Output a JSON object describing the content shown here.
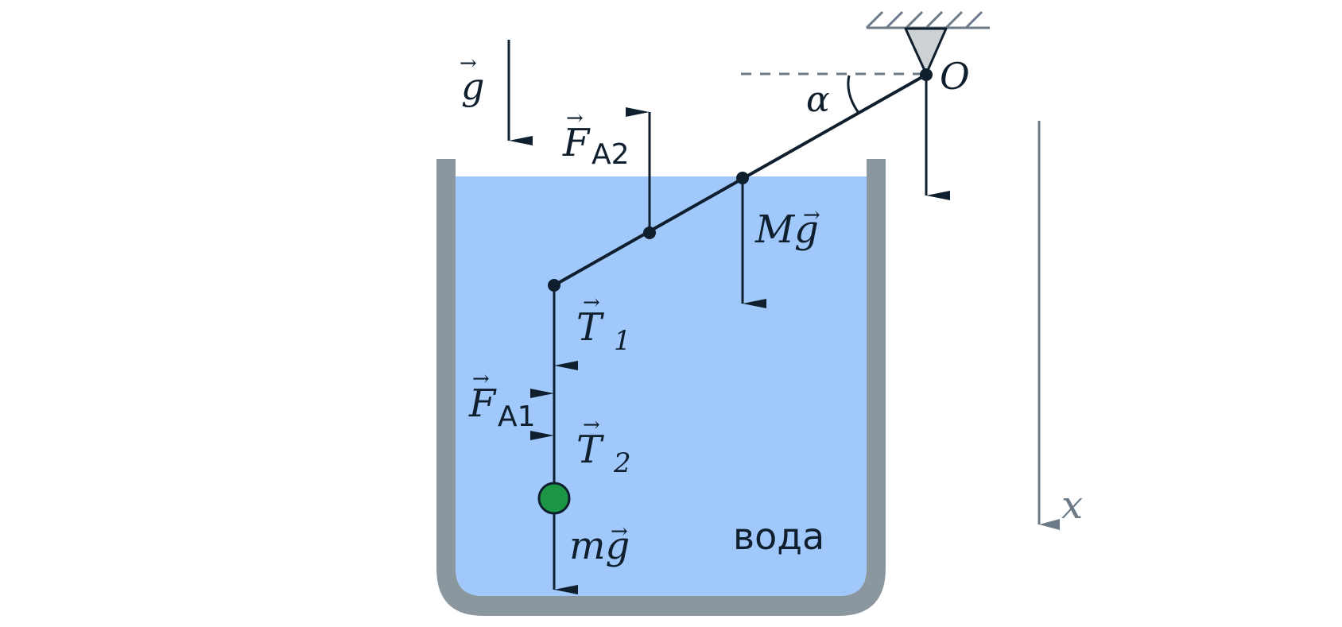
{
  "colors": {
    "ink": "#0f1f2e",
    "vessel": "#8a979f",
    "water": "#a0c8fb",
    "ball": "#1a9644",
    "pivot_fill": "#cdd2d4",
    "axis": "#6b7a86"
  },
  "labels": {
    "gravity_g": "g",
    "pivot_O": "O",
    "angle_alpha": "α",
    "buoyancy_rod_F": "F",
    "buoyancy_rod_sub": "A2",
    "rod_weight": "Mg",
    "tension1_T": "T",
    "tension1_sub": "1",
    "buoyancy_ball_F": "F",
    "buoyancy_ball_sub": "A1",
    "tension2_T": "T",
    "tension2_sub": "2",
    "ball_weight": "mg",
    "water": "вода",
    "axis_x": "x"
  }
}
